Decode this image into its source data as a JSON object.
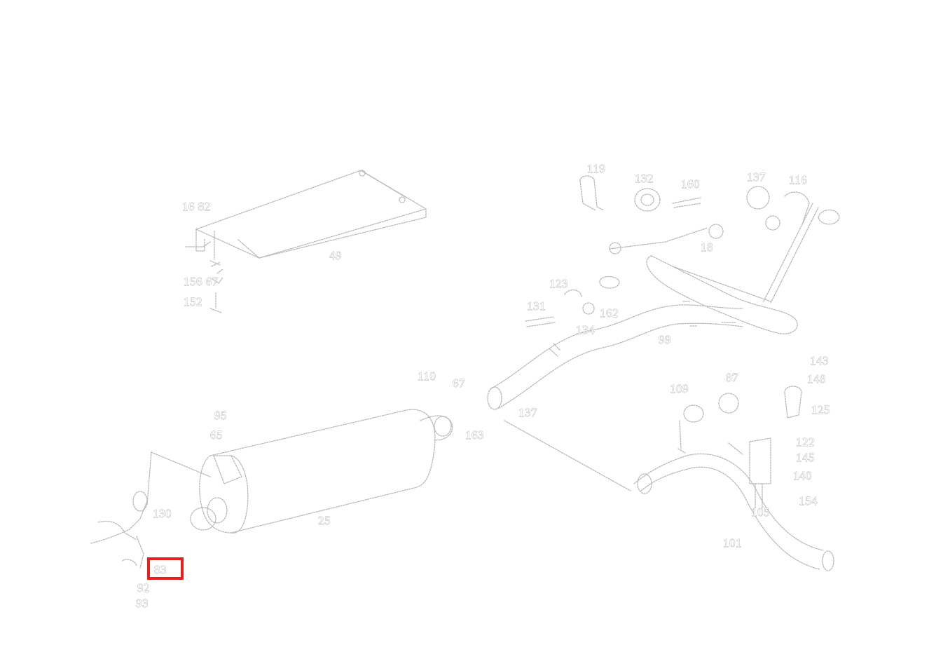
{
  "diagram": {
    "callouts": [
      {
        "id": "c-16-82",
        "text": "16  82"
      },
      {
        "id": "c-49",
        "text": "49"
      },
      {
        "id": "c-156-67",
        "text": "156 67"
      },
      {
        "id": "c-152",
        "text": "152"
      },
      {
        "id": "c-119",
        "text": "119"
      },
      {
        "id": "c-132",
        "text": "132"
      },
      {
        "id": "c-160",
        "text": "160"
      },
      {
        "id": "c-137",
        "text": "137"
      },
      {
        "id": "c-116",
        "text": "116"
      },
      {
        "id": "c-18",
        "text": "18"
      },
      {
        "id": "c-123",
        "text": "123"
      },
      {
        "id": "c-131",
        "text": "131"
      },
      {
        "id": "c-162",
        "text": "162"
      },
      {
        "id": "c-134a",
        "text": "134"
      },
      {
        "id": "c-99",
        "text": "99"
      },
      {
        "id": "c-110",
        "text": "110"
      },
      {
        "id": "c-67",
        "text": "67"
      },
      {
        "id": "c-163",
        "text": "163"
      },
      {
        "id": "c-137b",
        "text": "137"
      },
      {
        "id": "c-95",
        "text": "95"
      },
      {
        "id": "c-65",
        "text": "65"
      },
      {
        "id": "c-25",
        "text": "25"
      },
      {
        "id": "c-130",
        "text": "130"
      },
      {
        "id": "c-109",
        "text": "109"
      },
      {
        "id": "c-87",
        "text": "87"
      },
      {
        "id": "c-143",
        "text": "143"
      },
      {
        "id": "c-148",
        "text": "148"
      },
      {
        "id": "c-125",
        "text": "125"
      },
      {
        "id": "c-122",
        "text": "122"
      },
      {
        "id": "c-145",
        "text": "145"
      },
      {
        "id": "c-140",
        "text": "140"
      },
      {
        "id": "c-154",
        "text": "154"
      },
      {
        "id": "c-101",
        "text": "101"
      },
      {
        "id": "c-105",
        "text": "105"
      },
      {
        "id": "c-83",
        "text": "83"
      },
      {
        "id": "c-92",
        "text": "92"
      },
      {
        "id": "c-93",
        "text": "93"
      }
    ],
    "highlighted_callout": "83",
    "highlight_color": "#e81d1d",
    "line_color": "#b8b8b8"
  }
}
